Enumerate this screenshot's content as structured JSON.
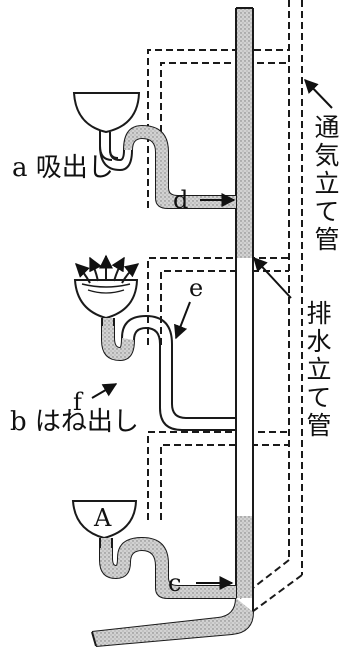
{
  "labels": {
    "siphonage": "a 吸出し",
    "blowout": "b はね出し",
    "point_a": "A",
    "point_c": "c",
    "point_d": "d",
    "point_e": "e",
    "point_f": "f"
  },
  "vertical_labels": {
    "vent_stack": "通気立て管",
    "drain_stack": "排水立て管"
  },
  "colors": {
    "line": "#1a1a1a",
    "water_fill": "#c9c9c9",
    "background": "#ffffff"
  }
}
